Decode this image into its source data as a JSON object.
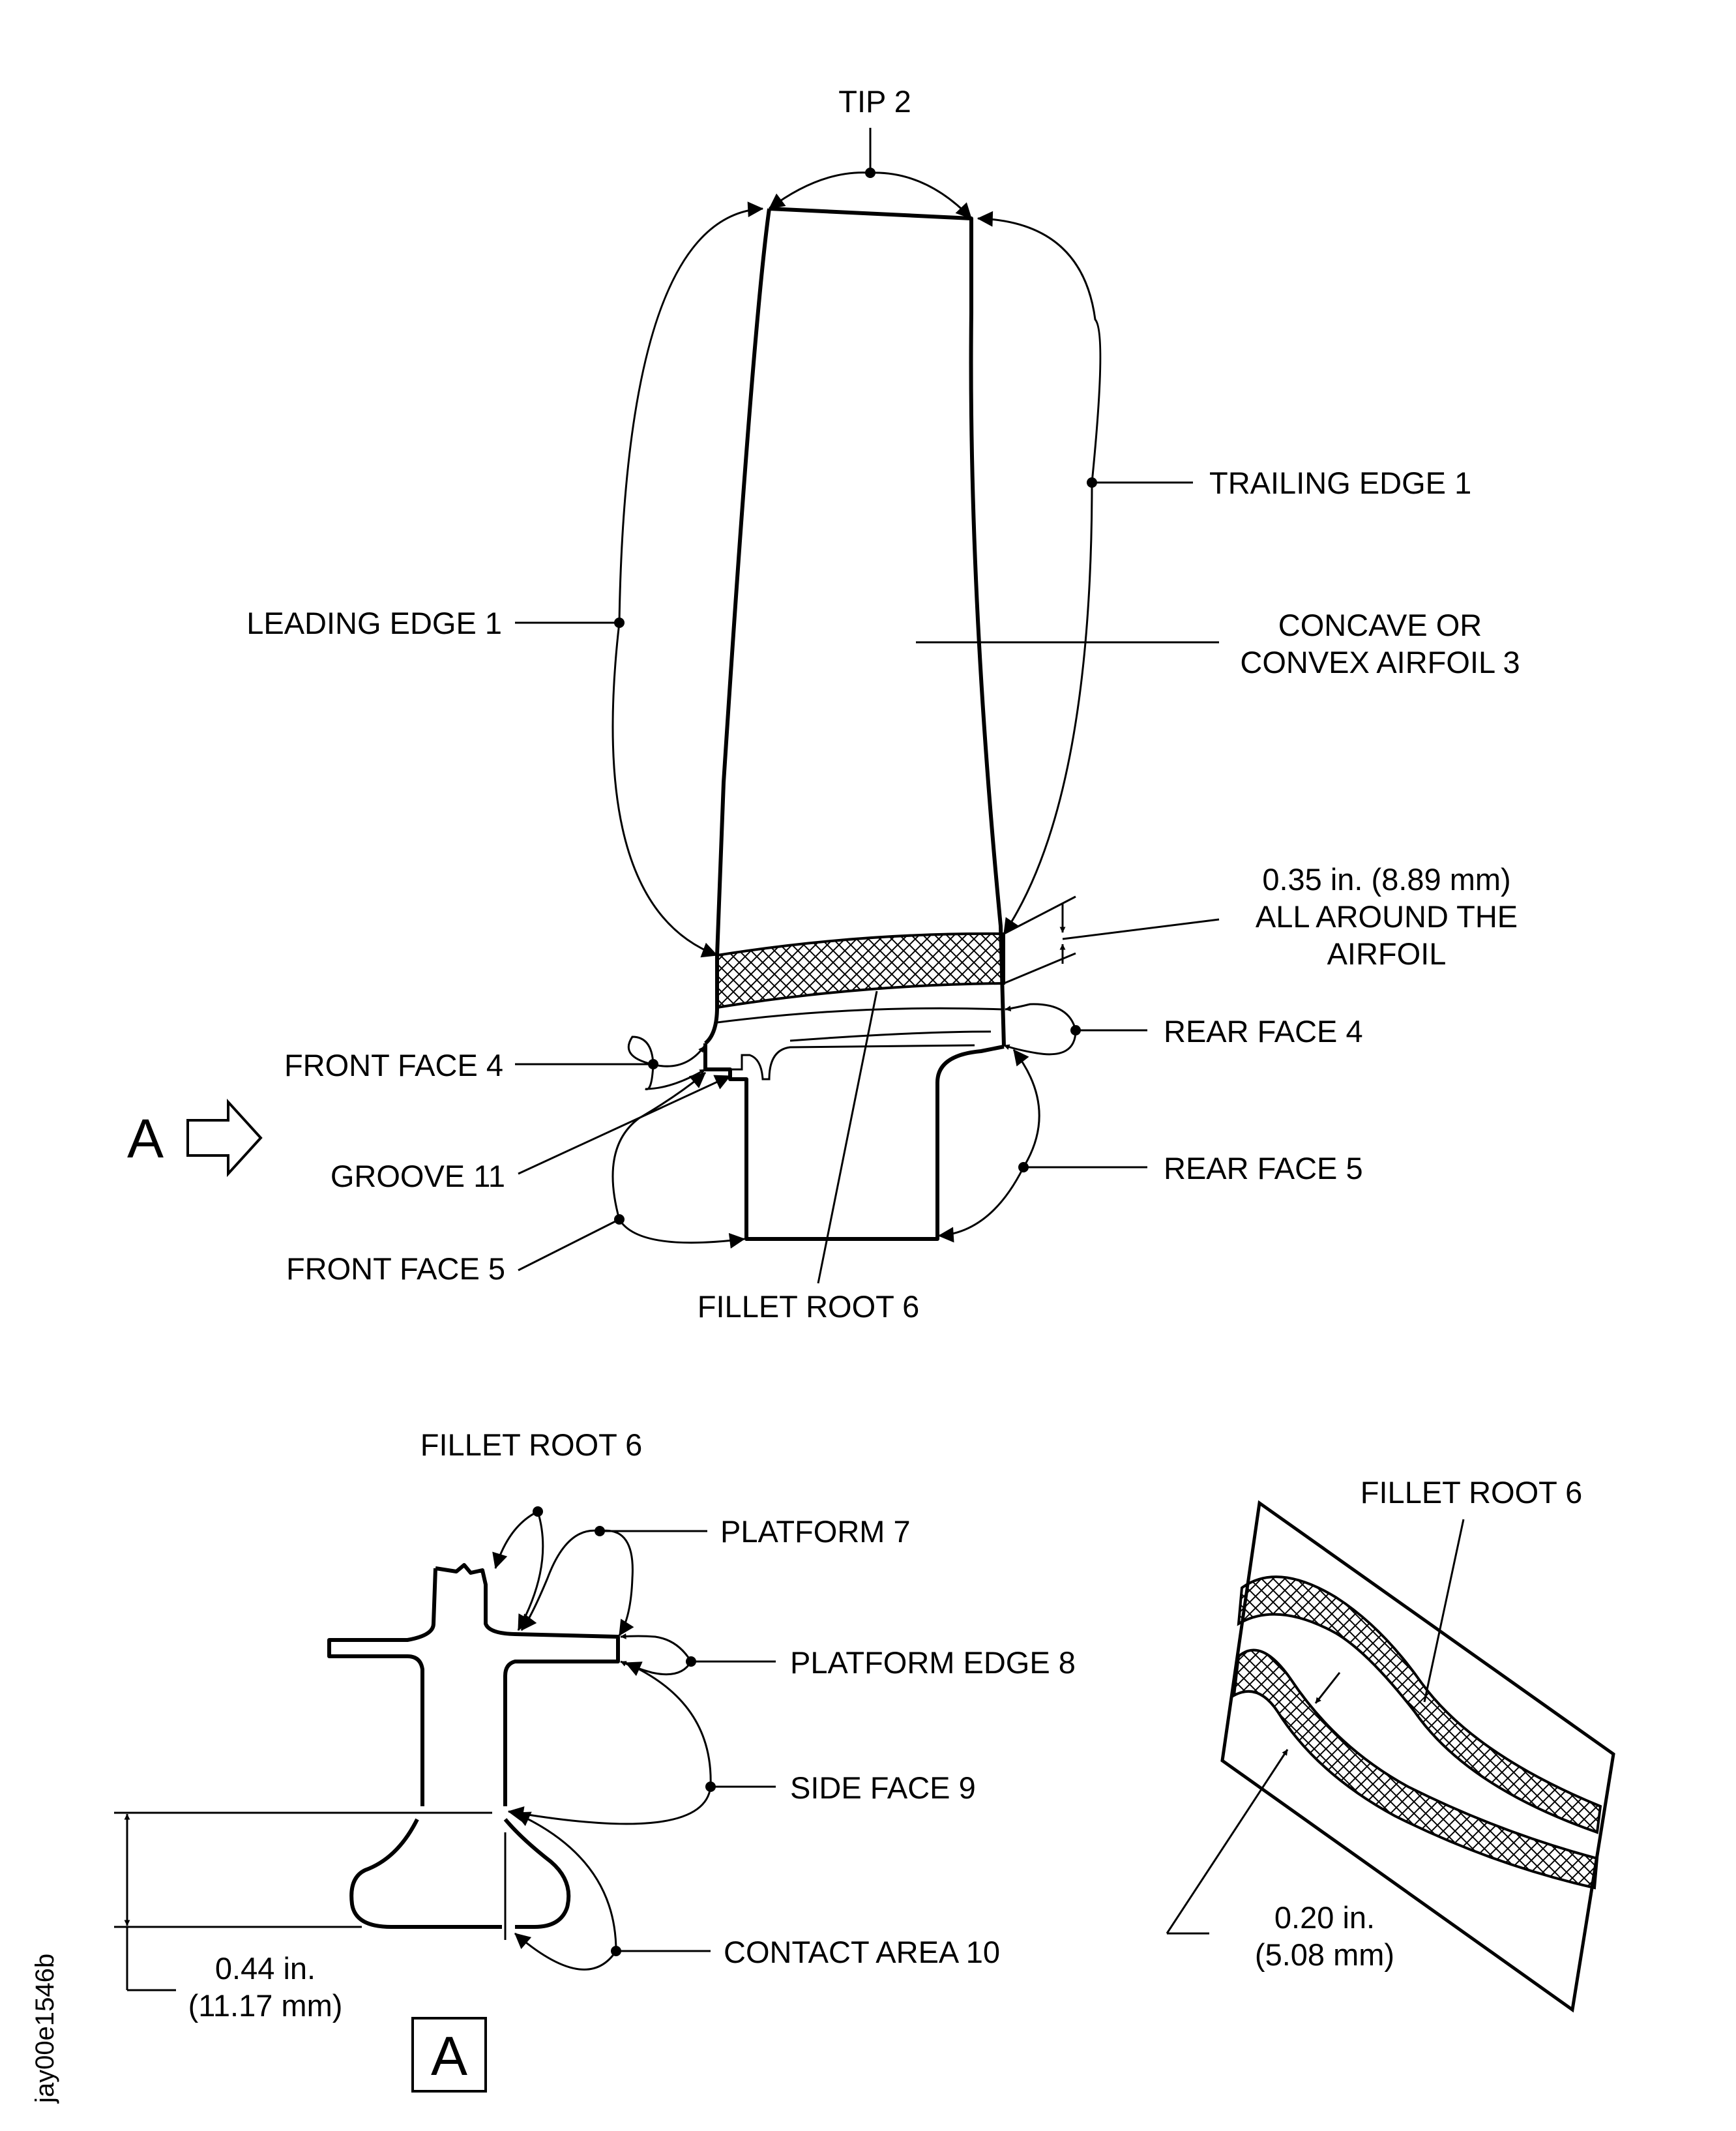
{
  "labels": {
    "tip": "TIP 2",
    "trailing_edge": "TRAILING EDGE 1",
    "leading_edge": "LEADING EDGE 1",
    "airfoil_line1": "CONCAVE OR",
    "airfoil_line2": "CONVEX AIRFOIL 3",
    "dimension_top_line1": "0.35 in. (8.89 mm)",
    "dimension_top_line2": "ALL AROUND THE",
    "dimension_top_line3": "AIRFOIL",
    "front_face_4": "FRONT FACE 4",
    "rear_face_4": "REAR FACE 4",
    "view_arrow_letter": "A",
    "groove": "GROOVE 11",
    "rear_face_5": "REAR FACE 5",
    "front_face_5": "FRONT FACE 5",
    "fillet_root_main": "FILLET ROOT 6",
    "fillet_root_detail": "FILLET ROOT 6",
    "platform": "PLATFORM 7",
    "platform_edge": "PLATFORM EDGE 8",
    "side_face": "SIDE FACE 9",
    "contact_area": "CONTACT AREA 10",
    "dimension_left_line1": "0.44 in.",
    "dimension_left_line2": "(11.17 mm)",
    "view_box_letter": "A",
    "fillet_root_section": "FILLET ROOT 6",
    "dimension_right_line1": "0.20 in.",
    "dimension_right_line2": "(5.08 mm)",
    "drawing_id": "jay00e1546b"
  }
}
